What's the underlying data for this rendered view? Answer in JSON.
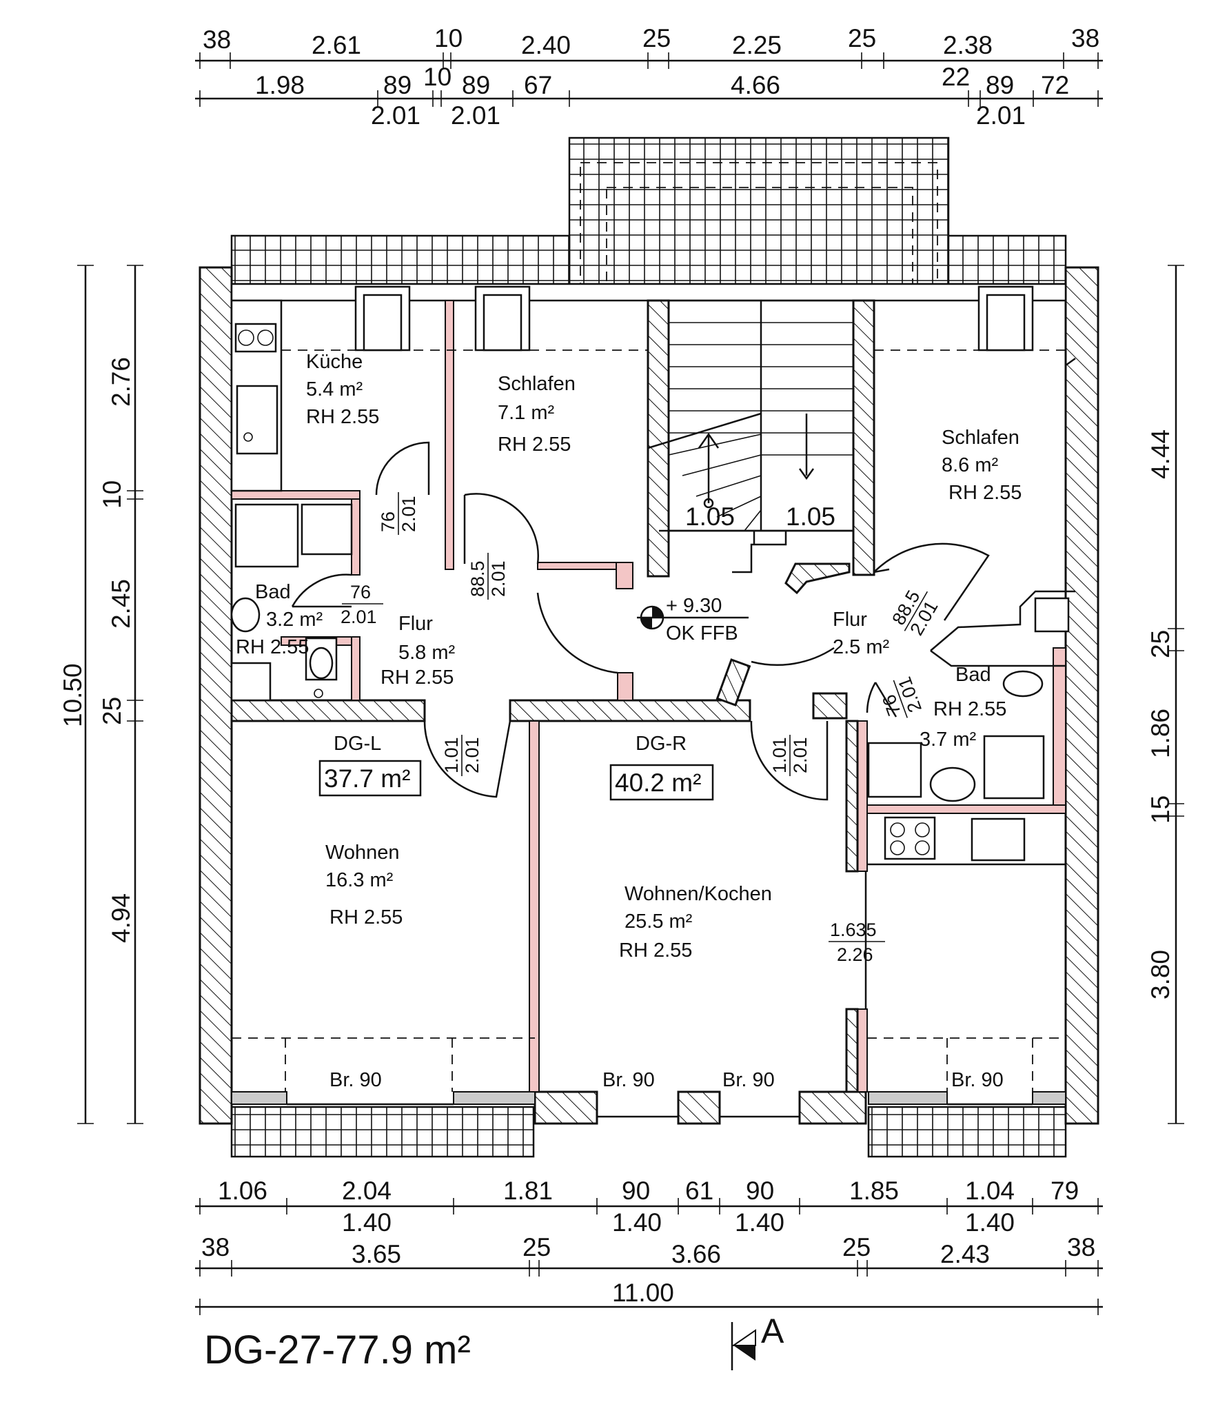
{
  "dims_top_row1": [
    "38",
    "2.61",
    "10",
    "2.40",
    "25",
    "2.25",
    "25",
    "2.38",
    "38"
  ],
  "dims_top_row2": [
    "1.98",
    "89",
    "10",
    "89",
    "67",
    "4.66",
    "22",
    "89",
    "72"
  ],
  "dims_top_row2_sub": [
    "2.01",
    "2.01",
    "2.01"
  ],
  "dims_left_outer": "10.50",
  "dims_left_inner": [
    "2.76",
    "10",
    "2.45",
    "25",
    "4.94"
  ],
  "dims_right": [
    "4.44",
    "25",
    "1.86",
    "15",
    "3.80"
  ],
  "dims_bottom_row1": [
    "1.06",
    "2.04",
    "1.81",
    "90",
    "61",
    "90",
    "1.85",
    "1.04",
    "79"
  ],
  "dims_bottom_row1_sub": [
    "1.40",
    "1.40",
    "1.40",
    "1.40"
  ],
  "dims_bottom_row2": [
    "38",
    "3.65",
    "25",
    "3.66",
    "25",
    "2.43",
    "38"
  ],
  "dims_bottom_total": "11.00",
  "rooms": {
    "kueche": {
      "name": "Küche",
      "area": "5.4 m²",
      "rh": "RH 2.55"
    },
    "schlafen_l": {
      "name": "Schlafen",
      "area": "7.1 m²",
      "rh": "RH 2.55"
    },
    "schlafen_r": {
      "name": "Schlafen",
      "area": "8.6 m²",
      "rh": "RH 2.55"
    },
    "bad_l": {
      "name": "Bad",
      "area": "3.2 m²",
      "rh": "RH 2.55"
    },
    "flur_l": {
      "name": "Flur",
      "area": "5.8 m²",
      "rh": "RH 2.55"
    },
    "flur_r": {
      "name": "Flur",
      "area": "2.5 m²"
    },
    "bad_r": {
      "name": "Bad",
      "rh": "RH 2.55",
      "area": "3.7 m²"
    },
    "wohnen_l": {
      "name": "Wohnen",
      "area": "16.3 m²",
      "rh": "RH 2.55"
    },
    "wohnen_r": {
      "name": "Wohnen/Kochen",
      "area": "25.5 m²",
      "rh": "RH 2.55"
    }
  },
  "units": {
    "left": {
      "label": "DG-L",
      "area": "37.7 m²"
    },
    "right": {
      "label": "DG-R",
      "area": "40.2 m²"
    }
  },
  "doors": {
    "kueche": {
      "w": "76",
      "h": "2.01"
    },
    "schlafen_l": {
      "w": "88.5",
      "h": "2.01"
    },
    "bad_l": {
      "w": "76",
      "h": "2.01"
    },
    "wohnen_l": {
      "w": "1.01",
      "h": "2.01"
    },
    "schlafen_r": {
      "w": "88.5",
      "h": "2.01"
    },
    "bad_r": {
      "w": "76",
      "h": "2.01"
    },
    "wohnen_r": {
      "w": "1.01",
      "h": "2.01"
    },
    "kochen_r": {
      "w": "1.635",
      "h": "2.26"
    }
  },
  "stairs": {
    "left": "1.05",
    "right": "1.05"
  },
  "level": {
    "value": "+ 9.30",
    "ref": "OK FFB"
  },
  "windows": [
    "Br. 90",
    "Br. 90",
    "Br. 90",
    "Br. 90"
  ],
  "plan_title": "DG-27-77.9 m²",
  "section_marker": "A"
}
